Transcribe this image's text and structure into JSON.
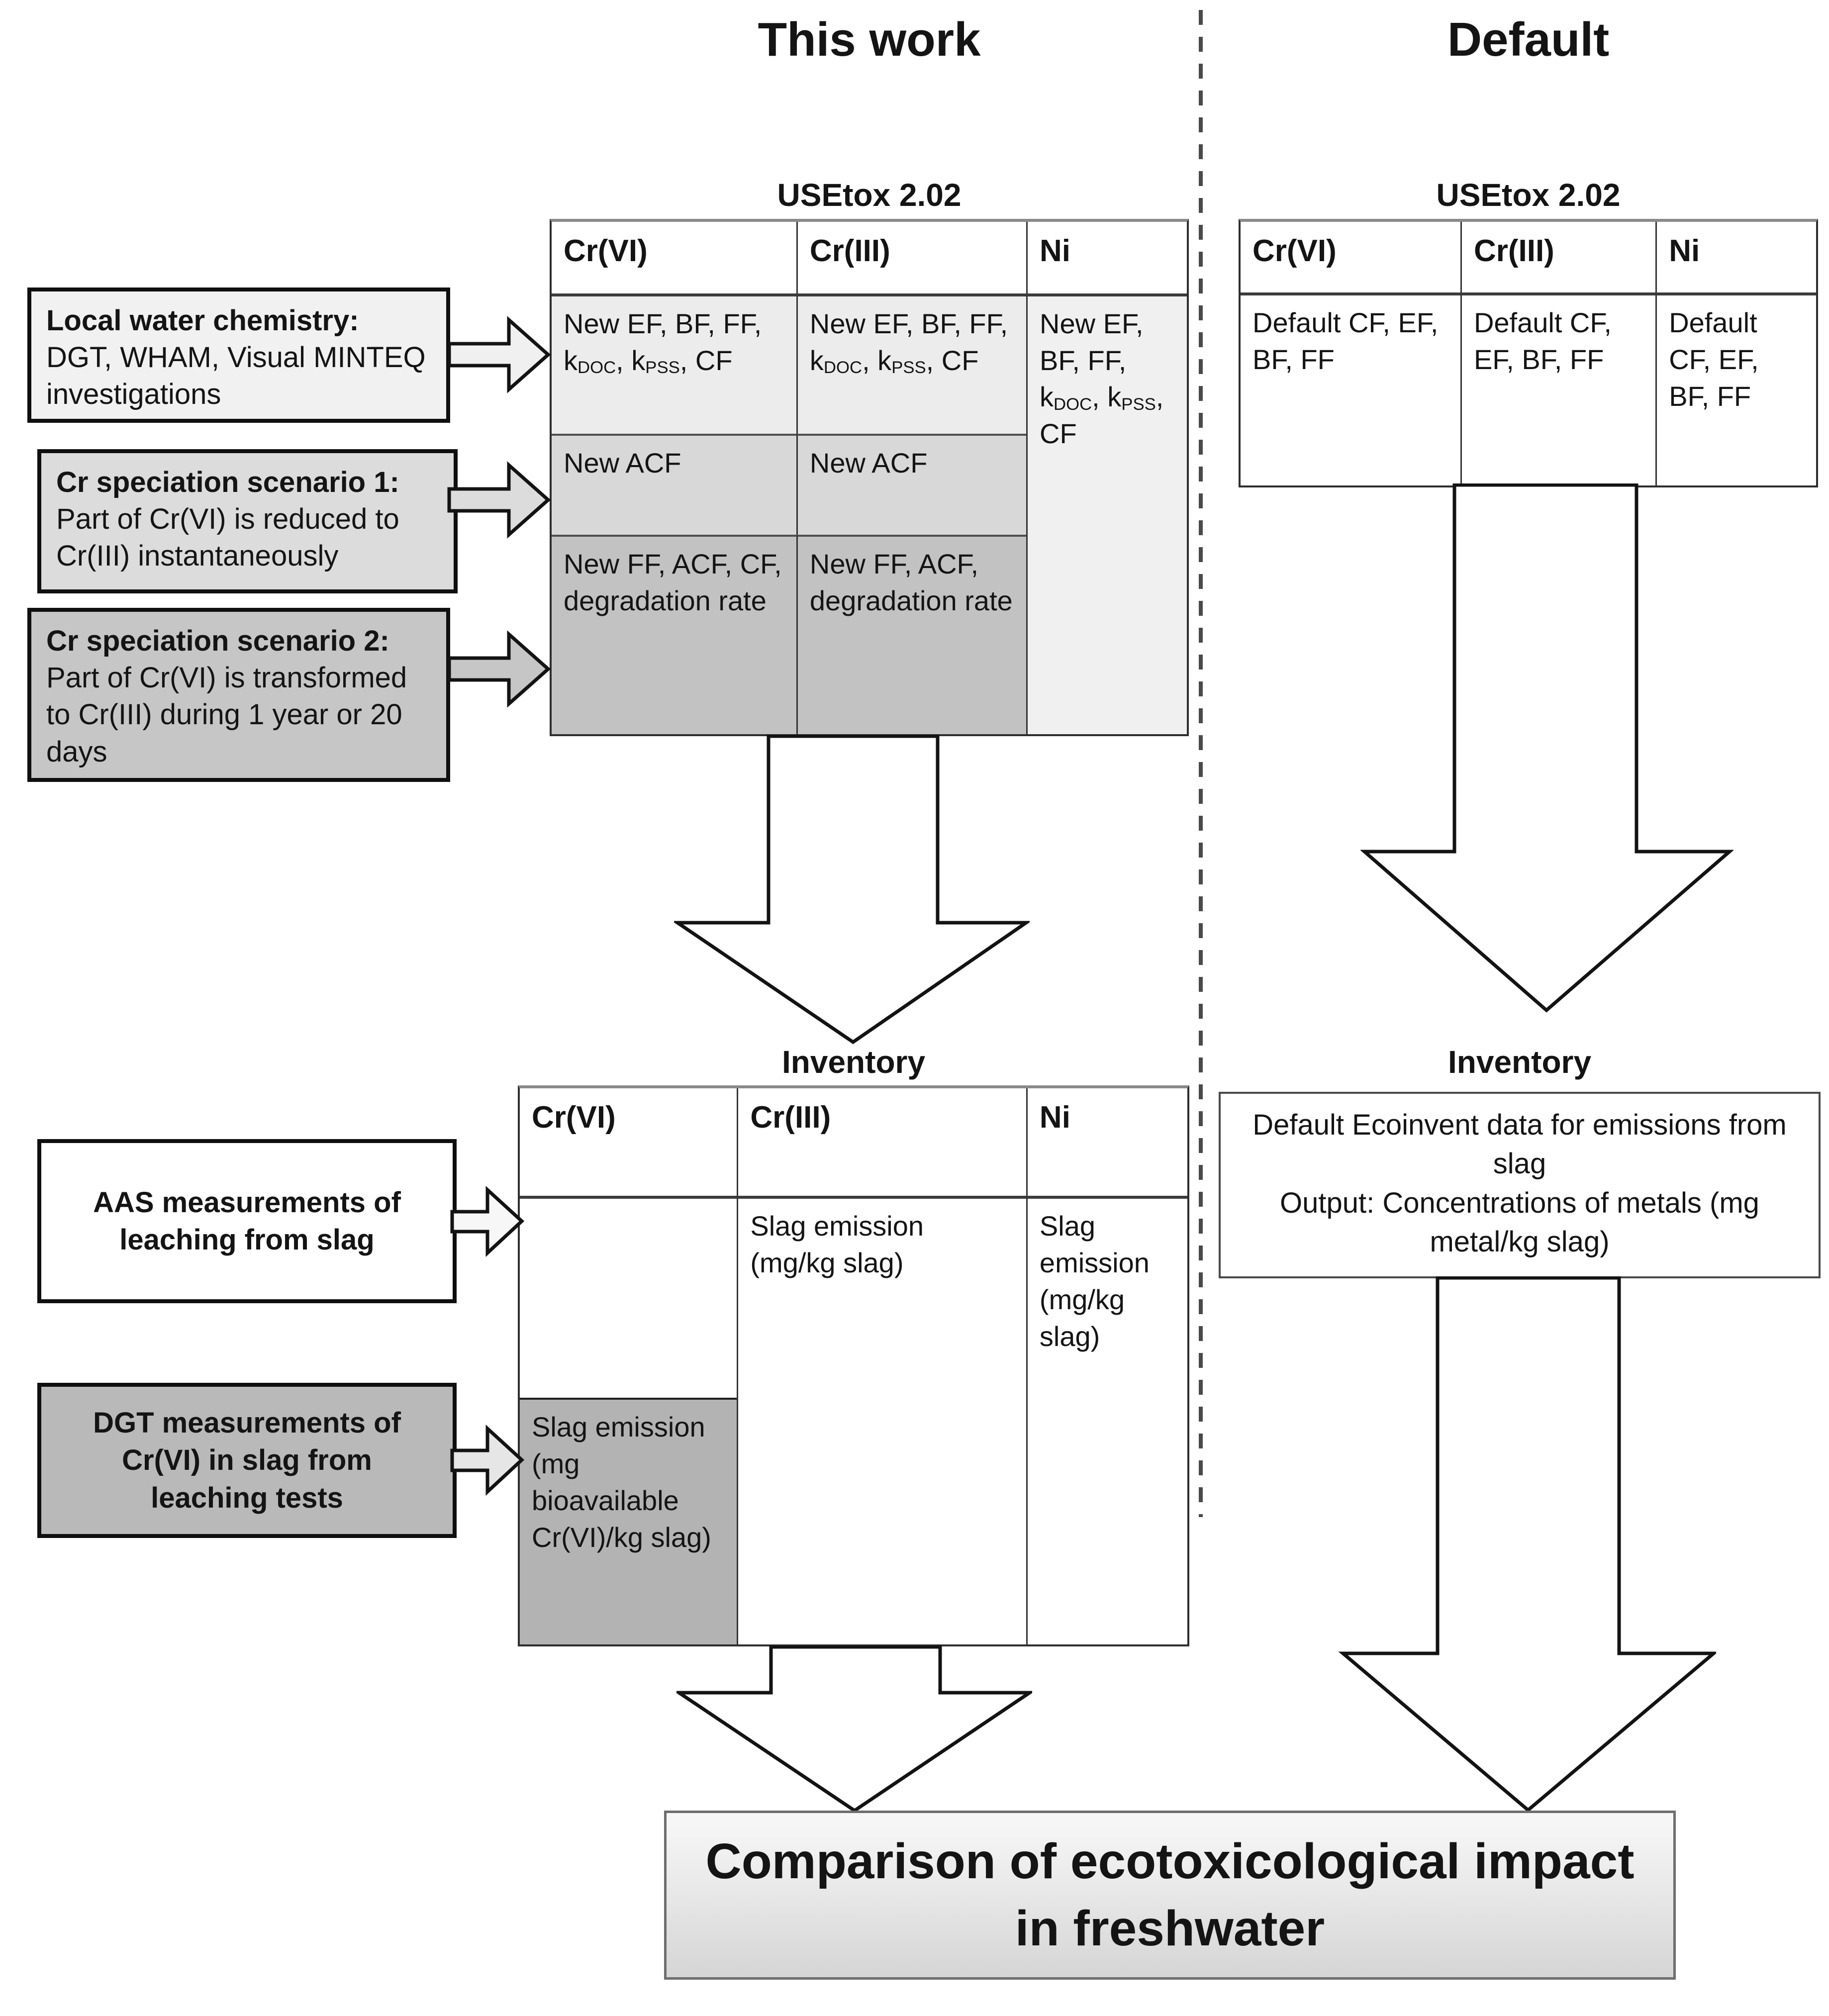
{
  "titles": {
    "left_column": "This work",
    "right_column": "Default"
  },
  "labels": {
    "usetox_left": "USEtox 2.02",
    "usetox_right": "USEtox 2.02",
    "inventory_left": "Inventory",
    "inventory_right": "Inventory"
  },
  "left_boxes": {
    "water": {
      "title": "Local water chemistry:",
      "body": "DGT, WHAM, Visual MINTEQ investigations"
    },
    "scenario1": {
      "title": "Cr speciation scenario 1:",
      "body": "Part of Cr(VI) is reduced to Cr(III) instantaneously"
    },
    "scenario2": {
      "title": "Cr speciation scenario 2:",
      "body": "Part of Cr(VI) is transformed to Cr(III) during 1 year or 20 days"
    },
    "aas": {
      "title": "AAS measurements of leaching from slag"
    },
    "dgt": {
      "title": "DGT measurements of Cr(VI) in slag from leaching tests"
    }
  },
  "this_work": {
    "usetox_table": {
      "col_headers": [
        "Cr(VI)",
        "Cr(III)",
        "Ni"
      ],
      "row_new_factors": {
        "cr6": "New EF, BF, FF, k_{DOC}, k_{PSS}, CF",
        "cr3": "New EF, BF, FF, k_{DOC}, k_{PSS}, CF"
      },
      "row_new_acf": {
        "cr6": "New ACF",
        "cr3": "New ACF"
      },
      "row_scenario2": {
        "cr6": "New FF, ACF, CF, degradation rate",
        "cr3": "New FF, ACF, degradation rate"
      },
      "ni_cell": "New EF, BF, FF, k_{DOC}, k_{PSS}, CF"
    },
    "inventory_table": {
      "col_headers": [
        "Cr(VI)",
        "Cr(III)",
        "Ni"
      ],
      "cr6_empty": "",
      "cr6_bioavailable": "Slag emission (mg bioavailable Cr(VI)/kg slag)",
      "cr3_emission": "Slag emission (mg/kg slag)",
      "ni_emission": "Slag emission (mg/kg slag)"
    }
  },
  "default_side": {
    "usetox_table": {
      "col_headers": [
        "Cr(VI)",
        "Cr(III)",
        "Ni"
      ],
      "cr6": "Default CF, EF, BF, FF",
      "cr3": "Default CF, EF, BF, FF",
      "ni": "Default CF, EF, BF, FF"
    },
    "inventory_box": {
      "line1": "Default Ecoinvent data for emissions from slag",
      "line2": "Output: Concentrations of metals (mg metal/kg slag)"
    }
  },
  "footer": {
    "comparison": "Comparison of ecotoxicological impact in freshwater"
  },
  "colors": {
    "water_box_gray": "#f1f1f1",
    "scenario1_gray": "#dcdcdc",
    "scenario2_gray": "#c6c6c6",
    "dgt_box_gray": "#b9b9b9",
    "row_new_factors": "#ececec",
    "row_new_acf": "#d8d8d8",
    "row_scenario2": "#c2c2c2",
    "ni_column": "#f0f0f0",
    "bioavailable_cell": "#b3b3b3",
    "arrow_fill_white": "#ffffff",
    "comparison_top": "#f8f8f8",
    "comparison_bottom": "#d5d5d5"
  }
}
